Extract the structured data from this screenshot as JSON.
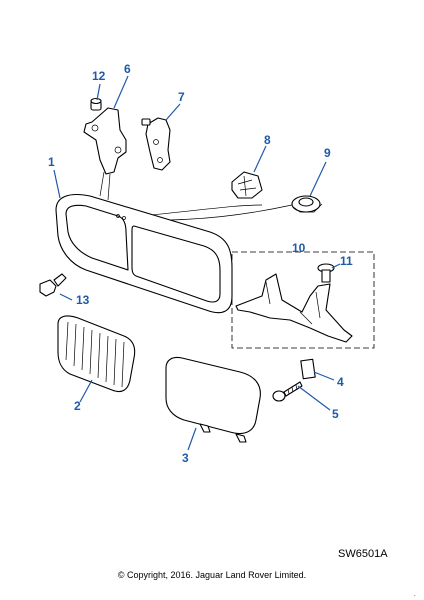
{
  "diagram": {
    "callouts": [
      "1",
      "2",
      "3",
      "4",
      "5",
      "6",
      "7",
      "8",
      "9",
      "10",
      "11",
      "12",
      "13"
    ],
    "reference_code": "SW6501A",
    "copyright": "© Copyright, 2016. Jaguar Land Rover Limited.",
    "corner_mark": "."
  }
}
